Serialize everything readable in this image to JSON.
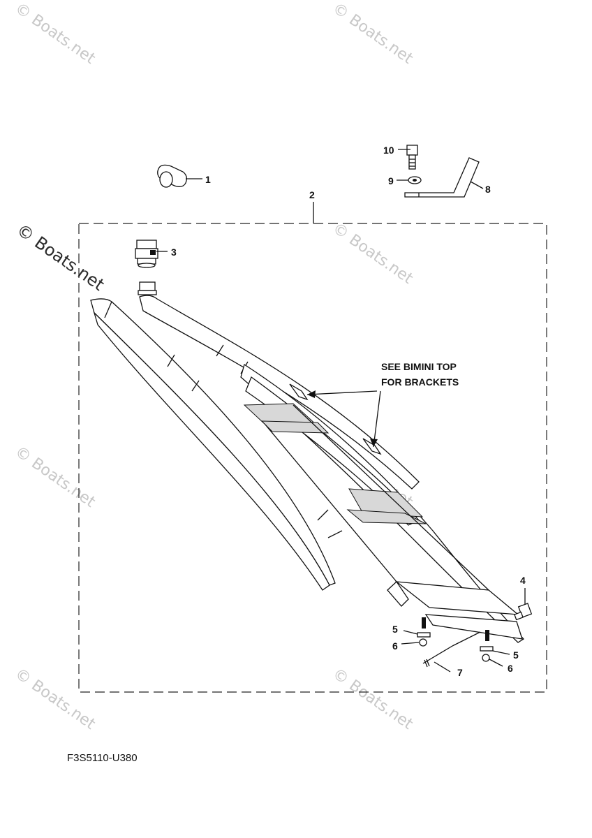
{
  "watermark": "© Boats.net",
  "diagram_code": "F3S5110-U380",
  "note": {
    "line1": "SEE BIMINI TOP",
    "line2": "FOR BRACKETS"
  },
  "callouts": {
    "c1": "1",
    "c2": "2",
    "c3": "3",
    "c4": "4",
    "c5a": "5",
    "c5b": "5",
    "c6a": "6",
    "c6b": "6",
    "c7": "7",
    "c8": "8",
    "c9": "9",
    "c10": "10"
  }
}
